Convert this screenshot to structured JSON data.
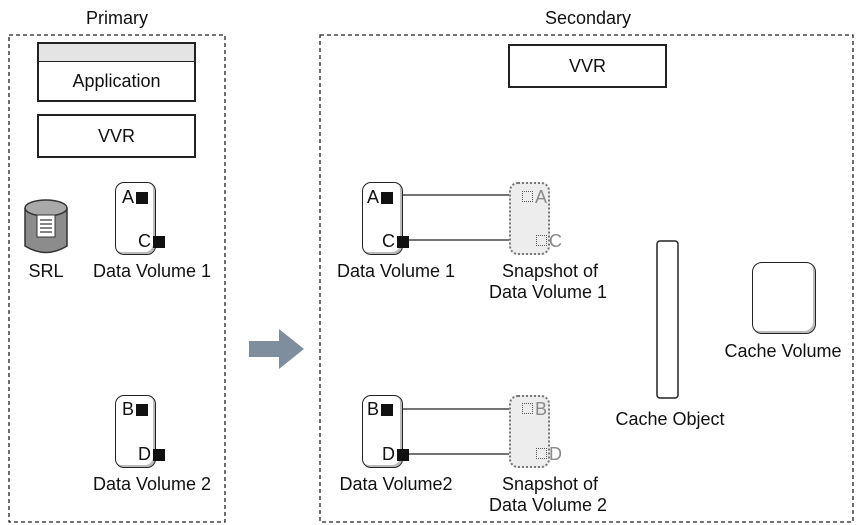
{
  "primary": {
    "title": "Primary",
    "application_label": "Application",
    "vvr_label": "VVR",
    "srl_label": "SRL",
    "volume1": {
      "label": "Data Volume 1",
      "block_a": "A",
      "block_c": "C"
    },
    "volume2": {
      "label": "Data Volume 2",
      "block_b": "B",
      "block_d": "D"
    }
  },
  "secondary": {
    "title": "Secondary",
    "vvr_label": "VVR",
    "volume1": {
      "label": "Data Volume 1",
      "block_a": "A",
      "block_c": "C"
    },
    "snapshot1": {
      "label_line1": "Snapshot of",
      "label_line2": "Data Volume 1",
      "block_a": "A",
      "block_c": "C"
    },
    "volume2": {
      "label": "Data Volume2",
      "block_b": "B",
      "block_d": "D"
    },
    "snapshot2": {
      "label_line1": "Snapshot of",
      "label_line2": "Data Volume 2",
      "block_b": "B",
      "block_d": "D"
    },
    "cache_object_label": "Cache Object",
    "cache_volume_label": "Cache Volume"
  },
  "colors": {
    "border": "#222222",
    "arrow": "#7f8e9e",
    "snapshot_fill": "#ededed",
    "ghost_text": "#8a8a8a"
  }
}
